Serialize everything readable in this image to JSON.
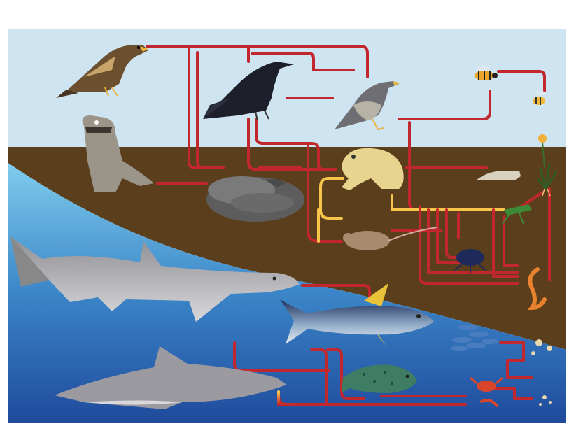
{
  "diagram": {
    "kind": "food-web",
    "zones": [
      "sky",
      "land",
      "ocean"
    ],
    "colors": {
      "sky": "#cfe4f1",
      "soil": "#5b3f1c",
      "ocean_top": "#7ec8ea",
      "ocean_bottom": "#1f4fa0",
      "arrow_main": "#c1272d",
      "arrow_tip": "#f7c54a",
      "frame": "#ffffff"
    },
    "organisms": [
      {
        "id": "hawk",
        "zone": "sky"
      },
      {
        "id": "crow",
        "zone": "sky"
      },
      {
        "id": "robin",
        "zone": "sky"
      },
      {
        "id": "wasp",
        "zone": "sky"
      },
      {
        "id": "bee",
        "zone": "sky"
      },
      {
        "id": "flower",
        "zone": "sky"
      },
      {
        "id": "raccoon",
        "zone": "land"
      },
      {
        "id": "snake",
        "zone": "land"
      },
      {
        "id": "toad",
        "zone": "land"
      },
      {
        "id": "slug",
        "zone": "land"
      },
      {
        "id": "plant",
        "zone": "land"
      },
      {
        "id": "grasshopper",
        "zone": "land"
      },
      {
        "id": "mouse",
        "zone": "land"
      },
      {
        "id": "beetle",
        "zone": "land"
      },
      {
        "id": "worm",
        "zone": "land"
      },
      {
        "id": "shark",
        "zone": "ocean"
      },
      {
        "id": "tuna",
        "zone": "ocean"
      },
      {
        "id": "dolphin",
        "zone": "ocean"
      },
      {
        "id": "grouper",
        "zone": "ocean"
      },
      {
        "id": "fish-school",
        "zone": "ocean"
      },
      {
        "id": "plankton",
        "zone": "ocean"
      },
      {
        "id": "crab",
        "zone": "ocean"
      },
      {
        "id": "shrimp",
        "zone": "ocean"
      }
    ]
  }
}
